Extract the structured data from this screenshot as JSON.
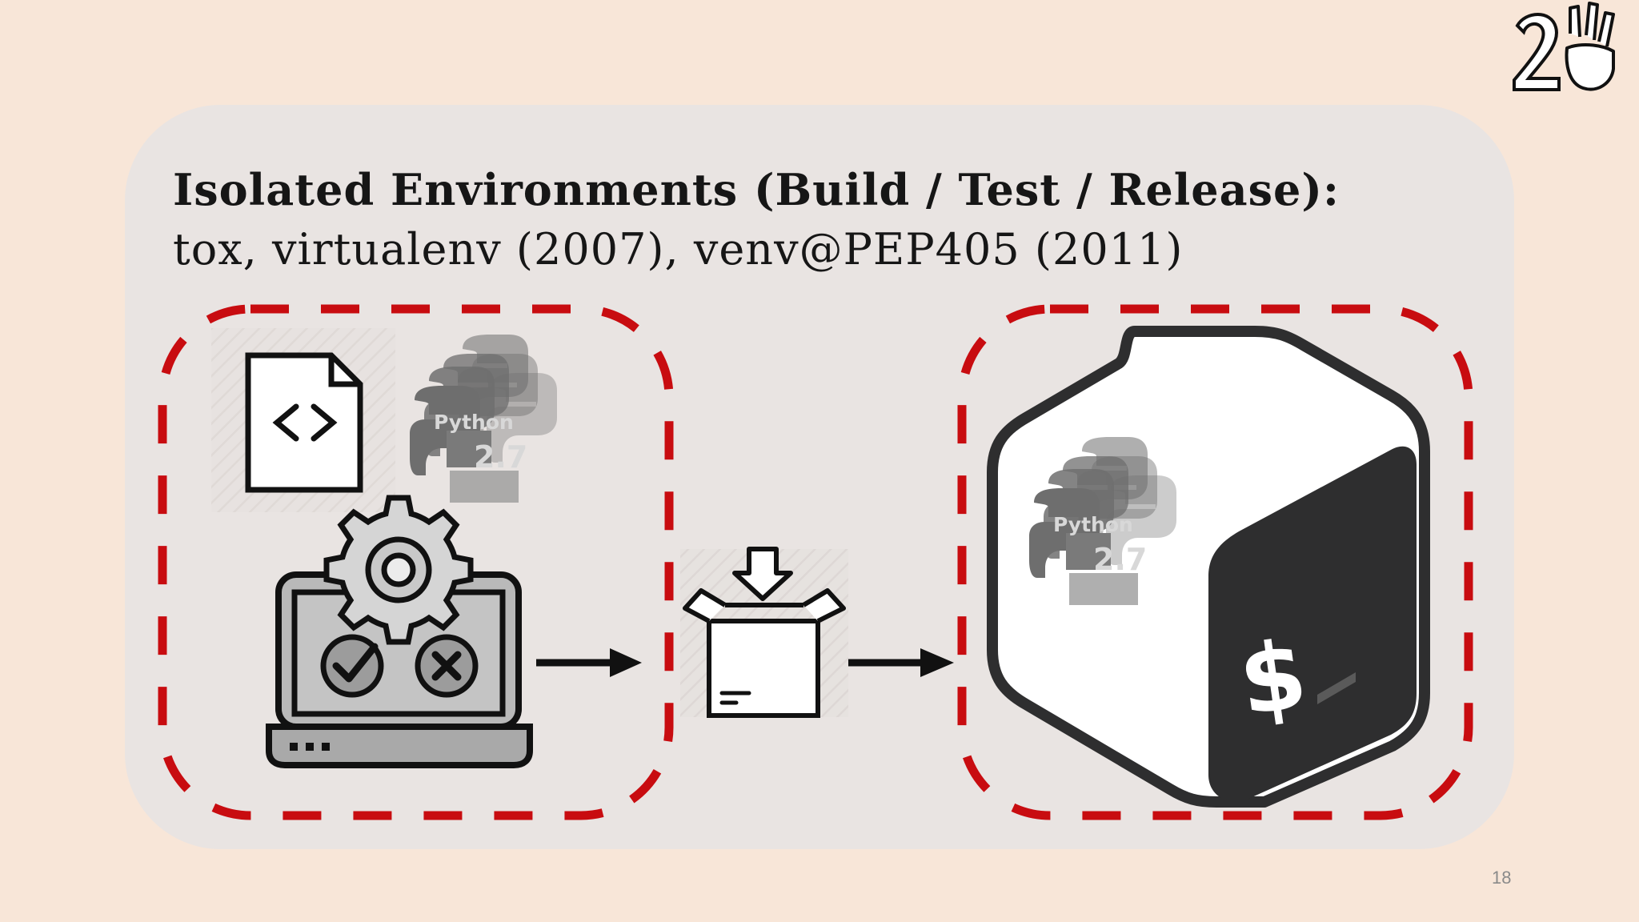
{
  "slide": {
    "title": "Isolated Environments (Build / Test / Release):",
    "subtitle": "tox, virtualenv (2007), venv@PEP405 (2011)",
    "page_number": "18"
  },
  "python_badge": {
    "label": "Python",
    "version": "2.7"
  },
  "icons": {
    "logo": "2-hand-three-fingers-logo",
    "source_file": "code-file-icon",
    "python_stack": "python-logo-stack-icon",
    "build_test": "laptop-gear-check-cross-icon",
    "package": "open-box-download-icon",
    "shell": "bash-shell-icon",
    "arrow": "right-arrow-icon"
  },
  "colors": {
    "background": "#f8e6d8",
    "panel": "#e9e4e2",
    "dashed_border": "#c80c10",
    "icon_stroke": "#111111",
    "shell_dark": "#2e2e2f"
  }
}
